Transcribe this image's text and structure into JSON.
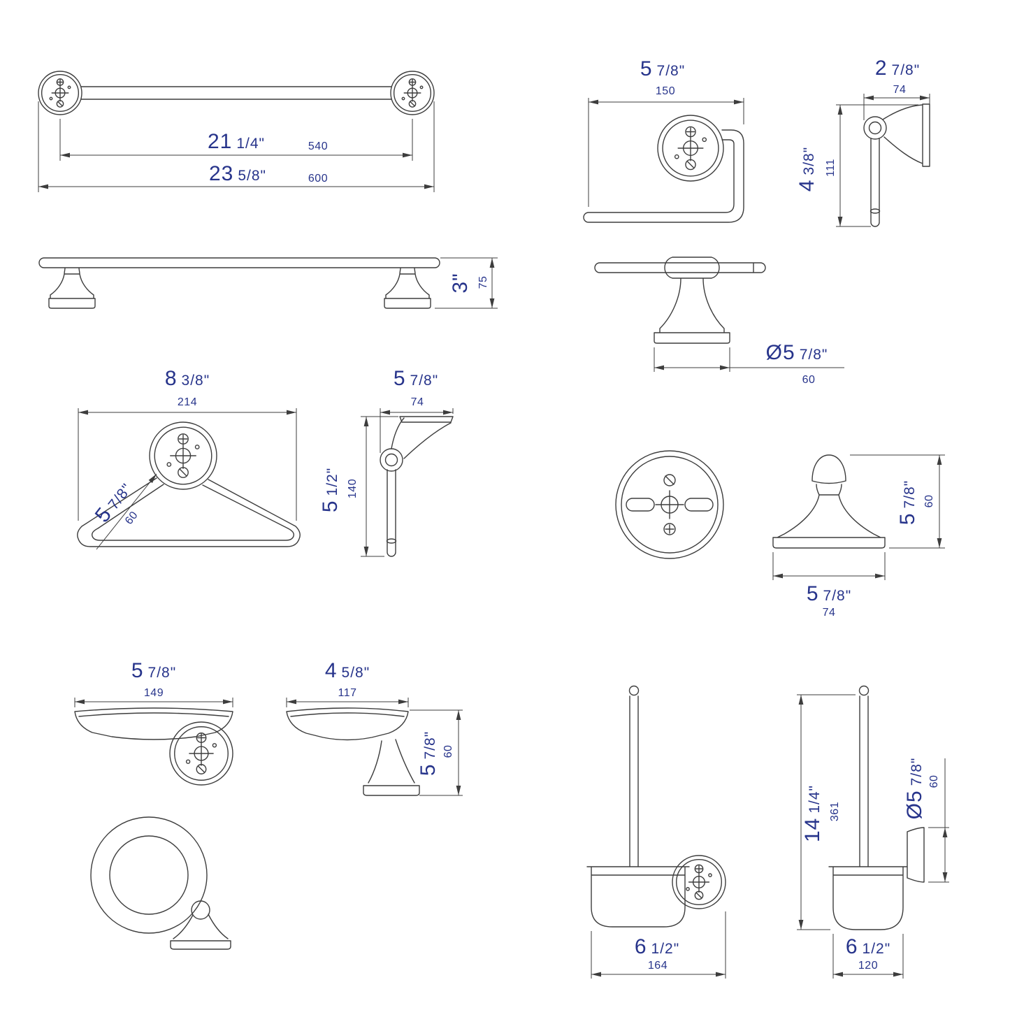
{
  "drawing": {
    "background": "#ffffff",
    "line_color": "#3d3d3d",
    "dim_text_color": "#27348b"
  },
  "views": {
    "towel_bar_front": {
      "inner": {
        "w": "21",
        "f": "1/4\"",
        "mm": "540"
      },
      "outer": {
        "w": "23",
        "f": "5/8\"",
        "mm": "600"
      }
    },
    "towel_bar_side": {
      "height": {
        "w": "3\"",
        "f": "",
        "mm": "75"
      }
    },
    "paper_holder_front": {
      "width": {
        "w": "5",
        "f": "7/8\"",
        "mm": "150"
      }
    },
    "paper_holder_side": {
      "depth": {
        "w": "2",
        "f": "7/8\"",
        "mm": "74"
      },
      "height": {
        "w": "4",
        "f": "3/8\"",
        "mm": "111"
      }
    },
    "paper_holder_top": {
      "post_diameter": {
        "w": "Ø5",
        "f": "7/8\"",
        "mm": "60"
      }
    },
    "towel_ring_front": {
      "width": {
        "w": "8",
        "f": "3/8\"",
        "mm": "214"
      },
      "flange_diameter": {
        "w": "5",
        "f": "7/8\"",
        "mm": "60"
      }
    },
    "towel_ring_side": {
      "depth": {
        "w": "5",
        "f": "7/8\"",
        "mm": "74"
      },
      "height": {
        "w": "5",
        "f": "1/2\"",
        "mm": "140"
      }
    },
    "robe_hook_side": {
      "height": {
        "w": "5",
        "f": "7/8\"",
        "mm": "60"
      },
      "width": {
        "w": "5",
        "f": "7/8\"",
        "mm": "74"
      }
    },
    "soap_dish_front": {
      "width": {
        "w": "5",
        "f": "7/8\"",
        "mm": "149"
      }
    },
    "soap_dish_side": {
      "depth": {
        "w": "4",
        "f": "5/8\"",
        "mm": "117"
      },
      "height": {
        "w": "5",
        "f": "7/8\"",
        "mm": "60"
      }
    },
    "toilet_brush_front": {
      "width": {
        "w": "6",
        "f": "1/2\"",
        "mm": "164"
      }
    },
    "toilet_brush_side": {
      "height": {
        "w": "14",
        "f": "1/4\"",
        "mm": "361"
      },
      "flange_diameter": {
        "w": "Ø5",
        "f": "7/8\"",
        "mm": "60"
      },
      "width": {
        "w": "6",
        "f": "1/2\"",
        "mm": "120"
      }
    }
  }
}
